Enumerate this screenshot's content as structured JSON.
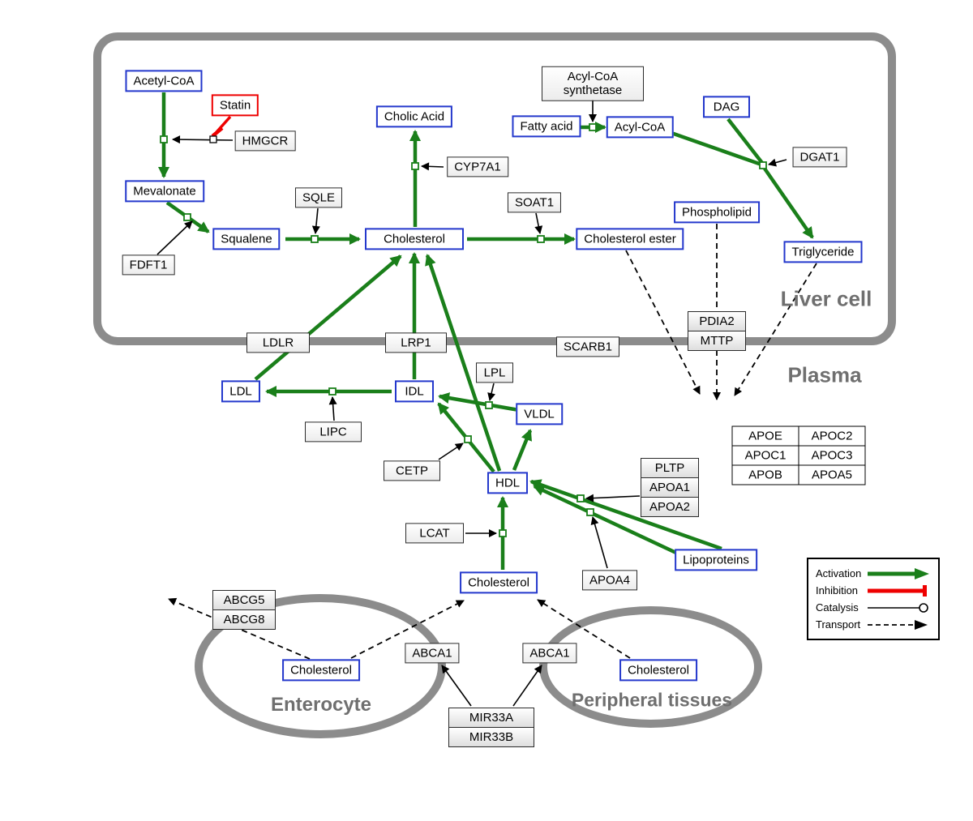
{
  "compartments": {
    "liver": "Liver cell",
    "plasma": "Plasma",
    "enterocyte": "Enterocyte",
    "peripheral": "Peripheral tissues"
  },
  "nodes": {
    "acetyl_coa": "Acetyl-CoA",
    "statin": "Statin",
    "hmgcr": "HMGCR",
    "mevalonate": "Mevalonate",
    "fdft1": "FDFT1",
    "squalene": "Squalene",
    "sqle": "SQLE",
    "cholesterol_liver": "Cholesterol",
    "cholic_acid": "Cholic Acid",
    "cyp7a1": "CYP7A1",
    "soat1": "SOAT1",
    "cholesterol_ester": "Cholesterol ester",
    "acyl_coa_synthetase": "Acyl-CoA synthetase",
    "fatty_acid": "Fatty acid",
    "acyl_coa": "Acyl-CoA",
    "dag": "DAG",
    "dgat1": "DGAT1",
    "phospholipid": "Phospholipid",
    "triglyceride": "Triglyceride",
    "pdia2": "PDIA2",
    "mttp": "MTTP",
    "ldlr": "LDLR",
    "lrp1": "LRP1",
    "scarb1": "SCARB1",
    "ldl": "LDL",
    "idl": "IDL",
    "lpl": "LPL",
    "vldl": "VLDL",
    "lipc": "LIPC",
    "cetp": "CETP",
    "hdl": "HDL",
    "pltp": "PLTP",
    "apoa1": "APOA1",
    "apoa2": "APOA2",
    "lcat": "LCAT",
    "apoa4": "APOA4",
    "lipoproteins": "Lipoproteins",
    "cholesterol_plasma": "Cholesterol",
    "abcg5": "ABCG5",
    "abcg8": "ABCG8",
    "cholesterol_enterocyte": "Cholesterol",
    "abca1_left": "ABCA1",
    "abca1_right": "ABCA1",
    "cholesterol_peripheral": "Cholesterol",
    "mir33a": "MIR33A",
    "mir33b": "MIR33B"
  },
  "apolipoprotein_table": {
    "rows": [
      [
        "APOE",
        "APOC2"
      ],
      [
        "APOC1",
        "APOC3"
      ],
      [
        "APOB",
        "APOA5"
      ]
    ]
  },
  "legend": {
    "activation": "Activation",
    "inhibition": "Inhibition",
    "catalysis": "Catalysis",
    "transport": "Transport"
  },
  "colors": {
    "activation_green": "#1a7f1a",
    "inhibition_red": "#ee0000",
    "metabolite_border": "#2438cc",
    "compartment_gray": "#8c8c8c"
  },
  "edges": [
    {
      "type": "conversion",
      "from": "Acetyl-CoA",
      "to": "Mevalonate",
      "catalyst": "HMGCR"
    },
    {
      "type": "inhibition",
      "from": "Statin",
      "to": "HMGCR"
    },
    {
      "type": "conversion",
      "from": "Mevalonate",
      "to": "Squalene",
      "catalyst": "FDFT1"
    },
    {
      "type": "conversion",
      "from": "Squalene",
      "to": "Cholesterol",
      "catalyst": "SQLE"
    },
    {
      "type": "conversion",
      "from": "Cholesterol",
      "to": "Cholic Acid",
      "catalyst": "CYP7A1"
    },
    {
      "type": "conversion",
      "from": "Cholesterol",
      "to": "Cholesterol ester",
      "catalyst": "SOAT1"
    },
    {
      "type": "conversion",
      "from": "Fatty acid",
      "to": "Acyl-CoA",
      "catalyst": "Acyl-CoA synthetase"
    },
    {
      "type": "conversion",
      "from": "Acyl-CoA",
      "to": "Triglyceride",
      "catalyst": "DGAT1"
    },
    {
      "type": "conversion",
      "from": "DAG",
      "to": "Triglyceride",
      "catalyst": "DGAT1"
    },
    {
      "type": "activation",
      "from": "LDL",
      "to": "Cholesterol",
      "via": "LDLR"
    },
    {
      "type": "activation",
      "from": "IDL",
      "to": "Cholesterol",
      "via": "LRP1"
    },
    {
      "type": "activation",
      "from": "HDL",
      "to": "Cholesterol",
      "via": "SCARB1"
    },
    {
      "type": "conversion",
      "from": "IDL",
      "to": "LDL",
      "catalyst": "LIPC"
    },
    {
      "type": "conversion",
      "from": "VLDL",
      "to": "IDL",
      "catalyst": "LPL"
    },
    {
      "type": "conversion",
      "from": "HDL",
      "to": "IDL",
      "catalyst": "CETP"
    },
    {
      "type": "activation",
      "from": "HDL",
      "to": "VLDL"
    },
    {
      "type": "conversion",
      "from": "Lipoproteins",
      "to": "HDL",
      "catalyst": "PLTP APOA1 APOA2"
    },
    {
      "type": "conversion",
      "from": "Lipoproteins",
      "to": "HDL",
      "catalyst": "APOA4"
    },
    {
      "type": "conversion",
      "from": "Cholesterol",
      "to": "HDL",
      "catalyst": "LCAT"
    },
    {
      "type": "transport",
      "from": "Cholesterol ester",
      "to": "Plasma"
    },
    {
      "type": "transport",
      "from": "Phospholipid",
      "to": "Plasma",
      "via": "PDIA2 MTTP"
    },
    {
      "type": "transport",
      "from": "Triglyceride",
      "to": "Plasma"
    },
    {
      "type": "transport",
      "from": "Cholesterol",
      "via": "ABCG5 ABCG8"
    },
    {
      "type": "transport",
      "from": "Cholesterol",
      "to": "Cholesterol",
      "via": "ABCA1"
    },
    {
      "type": "transport",
      "from": "Cholesterol",
      "to": "Cholesterol",
      "via": "ABCA1"
    },
    {
      "type": "regulation",
      "from": "MIR33A MIR33B",
      "to": "ABCA1"
    }
  ]
}
